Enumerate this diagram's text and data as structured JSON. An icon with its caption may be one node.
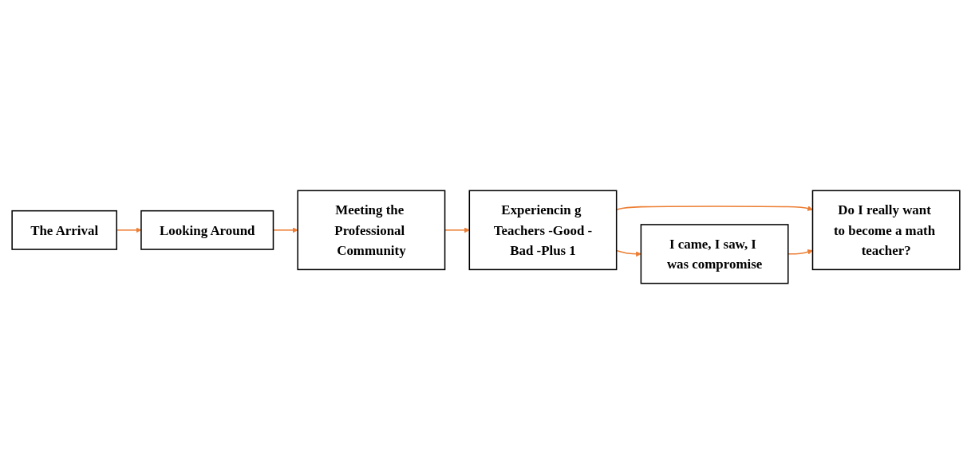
{
  "diagram": {
    "nodes": [
      {
        "text": [
          "The Arrival"
        ]
      },
      {
        "text": [
          "Looking Around"
        ]
      },
      {
        "text": [
          "Meeting the Professional Community"
        ]
      },
      {
        "text": [
          "Experiencin g Teachers -Good -Bad -Plus 1"
        ]
      },
      {
        "text": [
          "I came, I saw, I was compromise"
        ]
      },
      {
        "text": [
          "Do I really want to become a math teacher?"
        ]
      }
    ],
    "edges": [
      {
        "from": 0,
        "to": 1,
        "arrow": "to"
      },
      {
        "from": 1,
        "to": 2,
        "arrow": "to"
      },
      {
        "from": 2,
        "to": 3,
        "arrow": "to"
      },
      {
        "from": 3,
        "to": 4,
        "arrow": "to"
      },
      {
        "from": 3,
        "to": 5,
        "arrow": "to"
      },
      {
        "from": 4,
        "to": 5,
        "arrow": "to"
      }
    ]
  }
}
